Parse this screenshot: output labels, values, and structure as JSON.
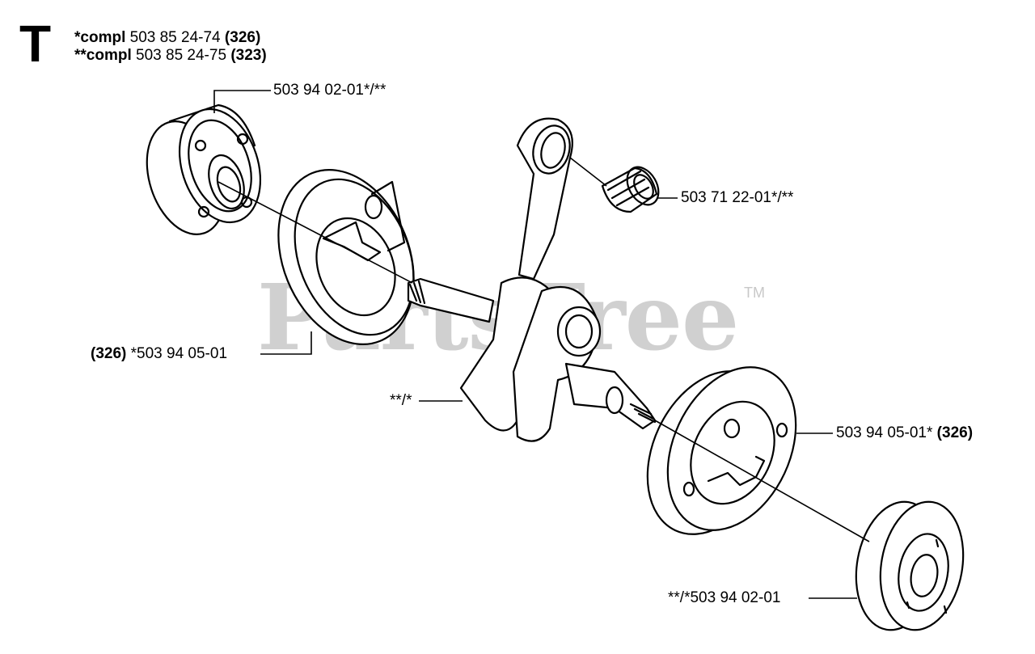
{
  "section_letter": "T",
  "headers": [
    {
      "prefix": "*compl",
      "number": "503 85 24-74",
      "ref": "(326)"
    },
    {
      "prefix": "**compl",
      "number": "503 85 24-75",
      "ref": "(323)"
    }
  ],
  "watermark": {
    "text": "PartsTree",
    "trademark": "TM"
  },
  "callouts": {
    "bearing_top": "503 94 02-01*/**",
    "needle_bearing": "503 71 22-01*/**",
    "flywheel_half_left_ref": "(326)",
    "flywheel_half_left_num": "*503 94 05-01",
    "crankshaft": "**/*",
    "flywheel_half_right_num": "503 94 05-01*",
    "flywheel_half_right_ref": "(326)",
    "bearing_bottom": "**/*503 94 02-01"
  },
  "colors": {
    "line": "#000000",
    "watermark": "#d0d0d0",
    "background": "#ffffff"
  }
}
